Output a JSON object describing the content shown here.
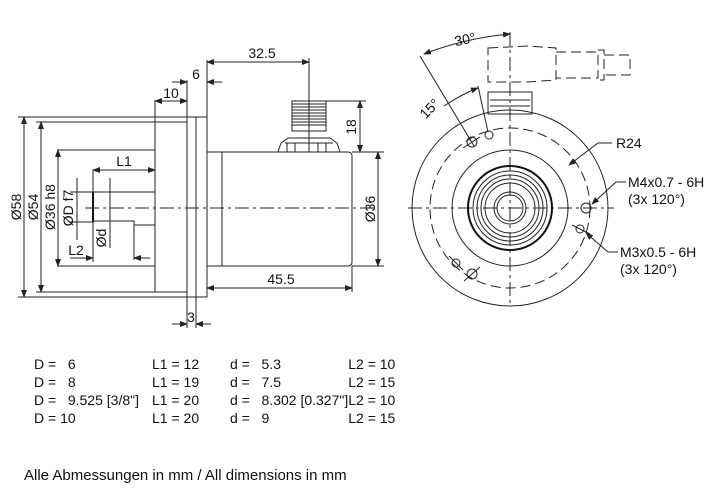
{
  "drawing": {
    "side_view": {
      "dimensions": {
        "outer_flange": "Ø58",
        "flange_step": "Ø54",
        "spigot": "Ø36 h8",
        "shaft": "ØD f7",
        "shaft_flat": "Ød",
        "shaft_length": "L1",
        "flat_length": "L2",
        "flange_depth": "10",
        "flange_thickness": "6",
        "connector_offset": "32.5",
        "connector_height": "18",
        "body_diameter": "Ø36",
        "body_length": "45.5",
        "flange_gap": "3"
      }
    },
    "front_view": {
      "angle_outer": "30°",
      "angle_inner": "15°",
      "radius": "R24",
      "thread_m4": "M4x0.7 - 6H",
      "thread_m4_qty": "(3x 120°)",
      "thread_m3": "M3x0.5 - 6H",
      "thread_m3_qty": "(3x 120°)"
    }
  },
  "variants_table": {
    "rows": [
      [
        "D =   6",
        "L1 = 12",
        "d =   5.3",
        "L2 = 10"
      ],
      [
        "D =   8",
        "L1 = 19",
        "d =   7.5",
        "L2 = 15"
      ],
      [
        "D =   9.525 [3/8\"]",
        "L1 = 20",
        "d =   8.302 [0.327\"]",
        "L2 = 10"
      ],
      [
        "D = 10",
        "L1 = 20",
        "d =   9",
        "L2 = 15"
      ]
    ]
  },
  "footnote": "Alle Abmessungen in mm / All dimensions in mm"
}
